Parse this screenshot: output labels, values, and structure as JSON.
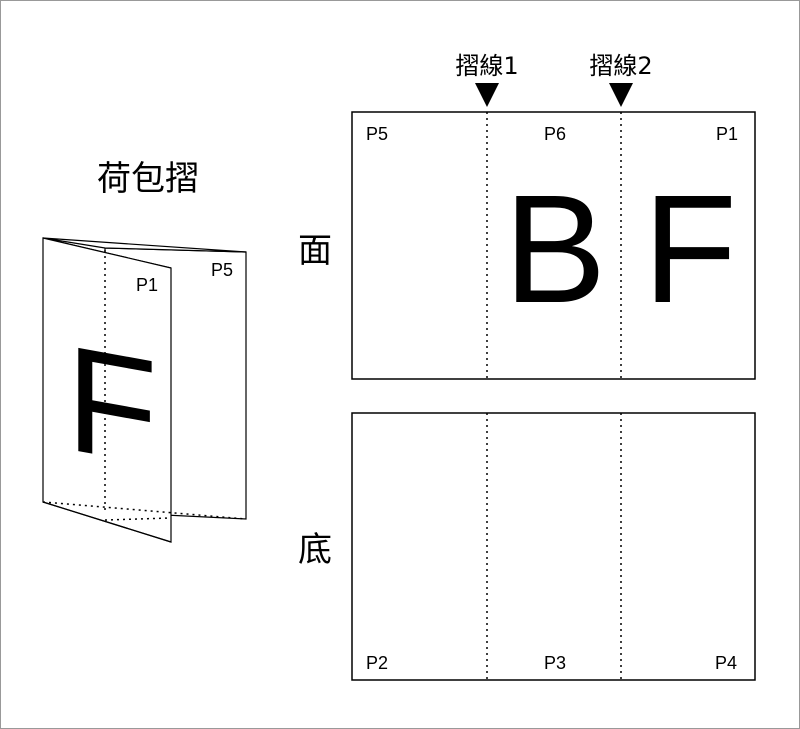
{
  "title": "荷包摺",
  "fold_lines": [
    {
      "label": "摺線1"
    },
    {
      "label": "摺線2"
    }
  ],
  "front": {
    "side_label": "面",
    "panels": [
      "P5",
      "P6",
      "P1"
    ],
    "letters": [
      "B",
      "F"
    ]
  },
  "back": {
    "side_label": "底",
    "panels": [
      "P2",
      "P3",
      "P4"
    ]
  },
  "folded": {
    "front_panel": "P1",
    "back_panel": "P5",
    "letter": "F"
  },
  "colors": {
    "line": "#000000",
    "frame": "#999999",
    "background": "#ffffff"
  }
}
